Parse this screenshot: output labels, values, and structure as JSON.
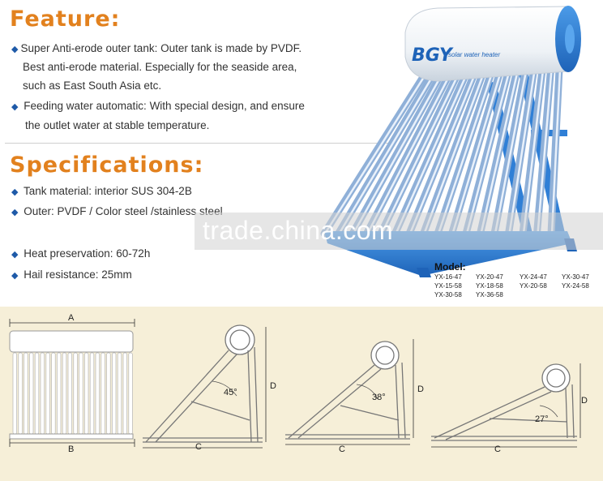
{
  "feature": {
    "heading": "Feature:",
    "b1_line1": "Super Anti-erode outer tank: Outer tank is made by PVDF.",
    "b1_line2": "Best anti-erode material. Especially for the seaside area,",
    "b1_line3": "such as East South Asia etc.",
    "b2_line1": "Feeding water automatic: With special design, and ensure",
    "b2_line2": "the outlet water at stable temperature."
  },
  "specifications": {
    "heading": "Specifications:",
    "items": [
      "Tank material: interior SUS 304-2B",
      "Outer: PVDF / Color steel /stainless steel",
      "Heat preservation: 60-72h",
      "Hail resistance: 25mm"
    ]
  },
  "product": {
    "brand": "BGY",
    "tagline": "solar water heater",
    "watermark": "trade.china.com"
  },
  "models": {
    "title": "Model:",
    "rows": [
      [
        "YX-16-47",
        "YX-20-47",
        "YX-24-47",
        "YX-30-47"
      ],
      [
        "YX-15-58",
        "YX-18-58",
        "YX-20-58",
        "YX-24-58"
      ],
      [
        "YX-30-58",
        "YX-36-58"
      ]
    ]
  },
  "diagrams": {
    "front": {
      "top_label": "A",
      "bottom_label": "B"
    },
    "side1": {
      "angle": "45°",
      "height_label": "D",
      "base_label": "C"
    },
    "side2": {
      "angle": "38°",
      "height_label": "D",
      "base_label": "C"
    },
    "side3": {
      "angle": "27°",
      "height_label": "D",
      "base_label": "C"
    }
  },
  "colors": {
    "heading": "#e2811e",
    "bullet": "#1e5aa8",
    "frame_blue": "#2f7fd6",
    "bottom_bg": "#f6efd8"
  }
}
